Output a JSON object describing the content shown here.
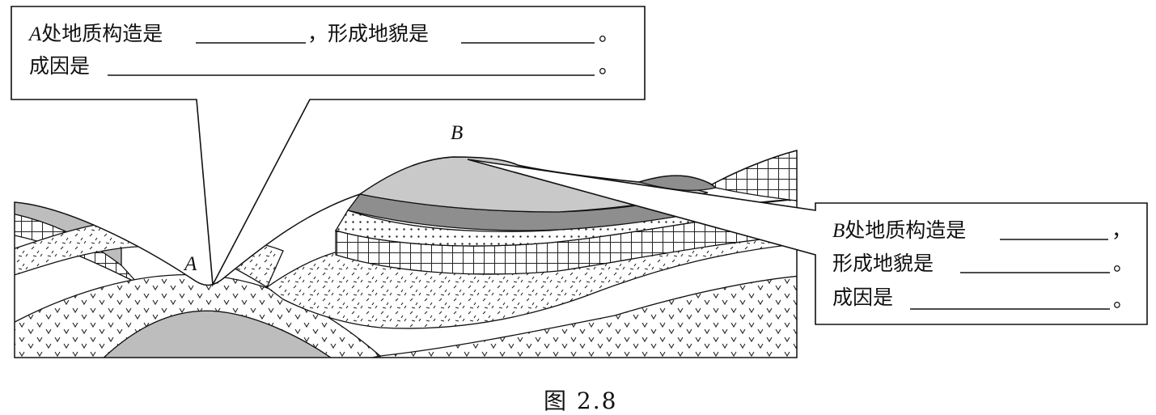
{
  "callout_a": {
    "line1_letter": "A",
    "line1_text": "处地质构造是",
    "line1_comma": "，形成地貌是",
    "line1_end": "。",
    "line2_text": "成因是",
    "line2_end": "。"
  },
  "callout_b": {
    "line1_letter": "B",
    "line1_text": "处地质构造是",
    "line1_end": "，",
    "line2_text": "形成地貌是",
    "line2_end": "。",
    "line3_text": "成因是",
    "line3_end": "。"
  },
  "labels": {
    "point_a": "A",
    "point_b": "B"
  },
  "caption": "图 2.8"
}
